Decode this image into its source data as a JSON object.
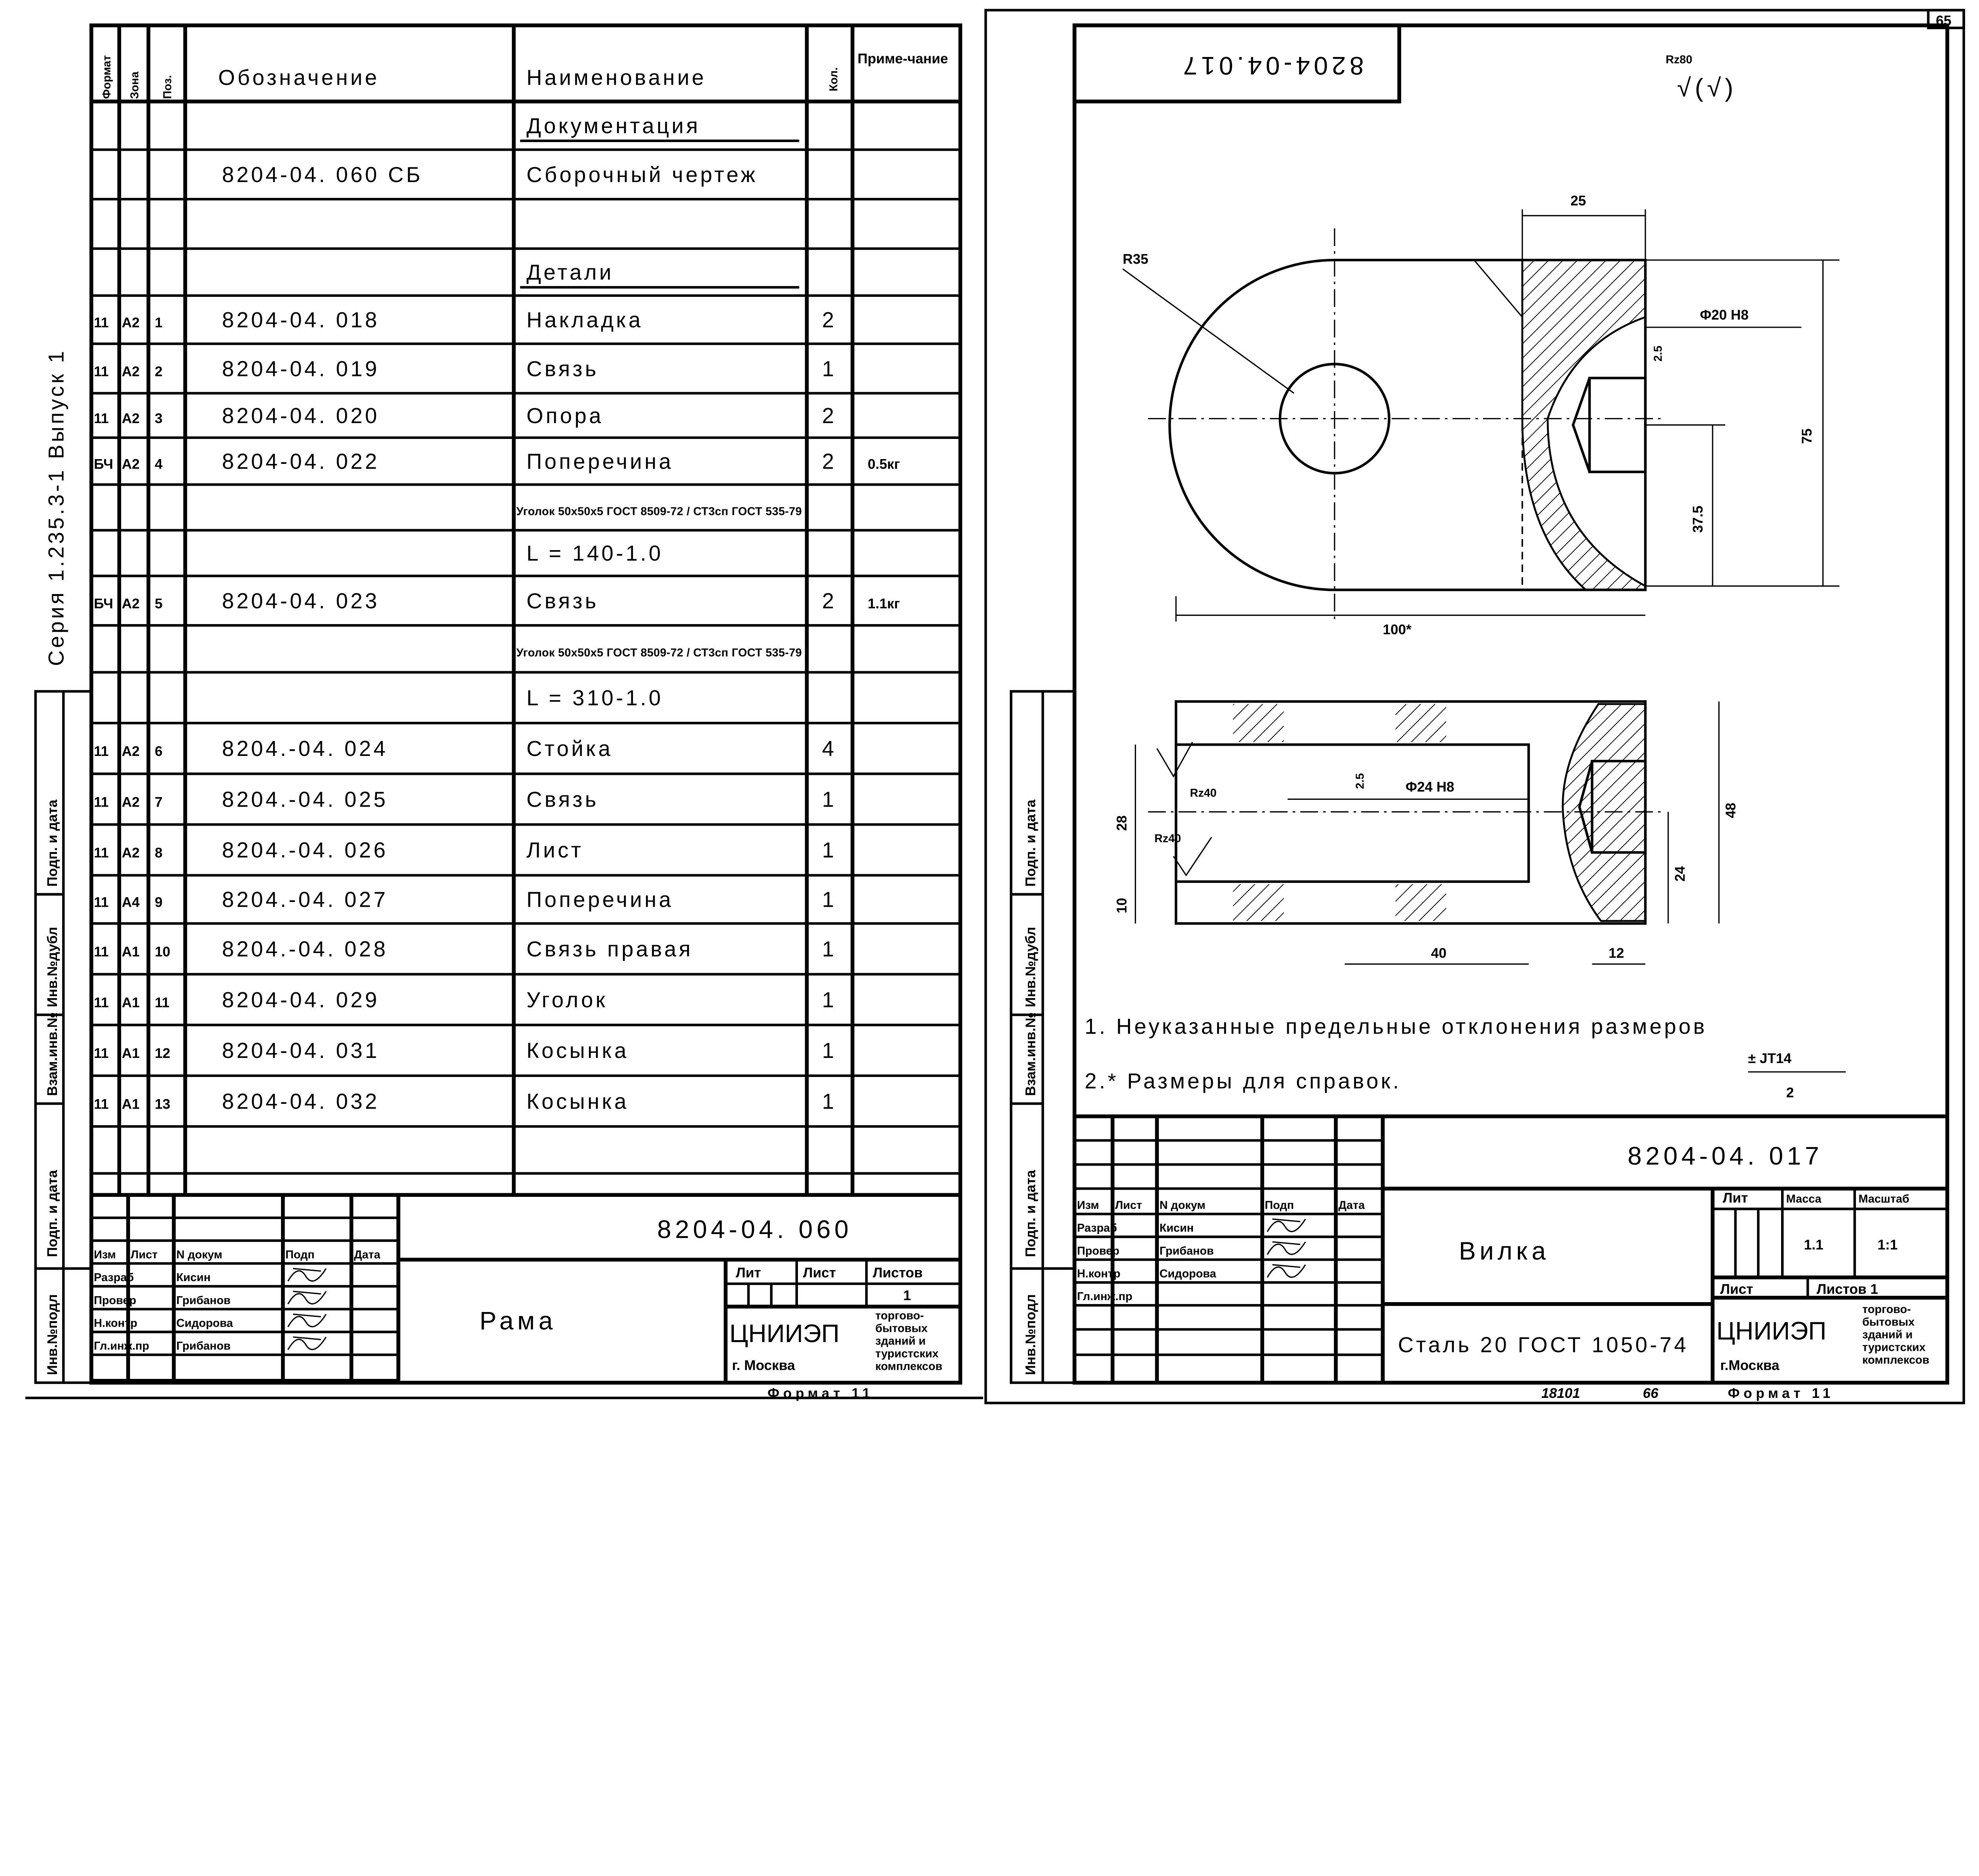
{
  "left_sheet": {
    "series_label": "Серия 1.235.3-1   Выпуск 1",
    "side_labels": [
      "Инв.№подл",
      "Подп. и дата",
      "Взам.инв.№",
      "Инв.№дубл",
      "Подп. и дата"
    ],
    "spec_headers": {
      "format": "Формат",
      "zone": "Зона",
      "pos": "Поз.",
      "designation": "Обозначение",
      "name": "Наименование",
      "qty": "Кол.",
      "note": "Приме-чание"
    },
    "spec_rows": [
      {
        "format": "",
        "zone": "",
        "pos": "",
        "designation": "",
        "name": "Документация",
        "qty": "",
        "note": ""
      },
      {
        "format": "",
        "zone": "",
        "pos": "",
        "designation": "8204-04. 060 СБ",
        "name": "Сборочный чертеж",
        "qty": "",
        "note": ""
      },
      {
        "format": "",
        "zone": "",
        "pos": "",
        "designation": "",
        "name": "",
        "qty": "",
        "note": ""
      },
      {
        "format": "",
        "zone": "",
        "pos": "",
        "designation": "",
        "name": "Детали",
        "qty": "",
        "note": ""
      },
      {
        "format": "11",
        "zone": "А2",
        "pos": "1",
        "designation": "8204-04. 018",
        "name": "Накладка",
        "qty": "2",
        "note": ""
      },
      {
        "format": "11",
        "zone": "А2",
        "pos": "2",
        "designation": "8204-04. 019",
        "name": "Связь",
        "qty": "1",
        "note": ""
      },
      {
        "format": "11",
        "zone": "А2",
        "pos": "3",
        "designation": "8204-04. 020",
        "name": "Опора",
        "qty": "2",
        "note": ""
      },
      {
        "format": "БЧ",
        "zone": "А2",
        "pos": "4",
        "designation": "8204-04. 022",
        "name": "Поперечина",
        "qty": "2",
        "note": "0.5кг"
      },
      {
        "format": "",
        "zone": "",
        "pos": "",
        "designation": "",
        "name": "Уголок 50x50x5 ГОСТ 8509-72 / СТ3сп ГОСТ 535-79",
        "qty": "",
        "note": ""
      },
      {
        "format": "",
        "zone": "",
        "pos": "",
        "designation": "",
        "name": "L = 140-1.0",
        "qty": "",
        "note": ""
      },
      {
        "format": "БЧ",
        "zone": "А2",
        "pos": "5",
        "designation": "8204-04. 023",
        "name": "Связь",
        "qty": "2",
        "note": "1.1кг"
      },
      {
        "format": "",
        "zone": "",
        "pos": "",
        "designation": "",
        "name": "Уголок 50x50x5 ГОСТ 8509-72 / СТ3сп ГОСТ 535-79",
        "qty": "",
        "note": ""
      },
      {
        "format": "",
        "zone": "",
        "pos": "",
        "designation": "",
        "name": "L = 310-1.0",
        "qty": "",
        "note": ""
      },
      {
        "format": "11",
        "zone": "А2",
        "pos": "6",
        "designation": "8204.-04. 024",
        "name": "Стойка",
        "qty": "4",
        "note": ""
      },
      {
        "format": "11",
        "zone": "А2",
        "pos": "7",
        "designation": "8204.-04. 025",
        "name": "Связь",
        "qty": "1",
        "note": ""
      },
      {
        "format": "11",
        "zone": "А2",
        "pos": "8",
        "designation": "8204.-04. 026",
        "name": "Лист",
        "qty": "1",
        "note": ""
      },
      {
        "format": "11",
        "zone": "А4",
        "pos": "9",
        "designation": "8204.-04. 027",
        "name": "Поперечина",
        "qty": "1",
        "note": ""
      },
      {
        "format": "11",
        "zone": "А1",
        "pos": "10",
        "designation": "8204.-04. 028",
        "name": "Связь правая",
        "qty": "1",
        "note": ""
      },
      {
        "format": "11",
        "zone": "А1",
        "pos": "11",
        "designation": "8204-04. 029",
        "name": "Уголок",
        "qty": "1",
        "note": ""
      },
      {
        "format": "11",
        "zone": "А1",
        "pos": "12",
        "designation": "8204-04. 031",
        "name": "Косынка",
        "qty": "1",
        "note": ""
      },
      {
        "format": "11",
        "zone": "А1",
        "pos": "13",
        "designation": "8204-04. 032",
        "name": "Косынка",
        "qty": "1",
        "note": ""
      },
      {
        "format": "",
        "zone": "",
        "pos": "",
        "designation": "",
        "name": "",
        "qty": "",
        "note": ""
      }
    ],
    "title_block": {
      "document_number": "8204-04. 060",
      "title": "Рама",
      "headers": [
        "Изм",
        "Лист",
        "N докум",
        "Подп",
        "Дата"
      ],
      "roles": [
        {
          "role": "Разраб",
          "name": "Кисин"
        },
        {
          "role": "Провер",
          "name": "Грибанов"
        },
        {
          "role": "Н.контр",
          "name": "Сидорова"
        },
        {
          "role": "Гл.инж.пр",
          "name": "Грибанов"
        }
      ],
      "lit_label": "Лит",
      "sheet_label": "Лист",
      "sheets_label": "Листов",
      "sheets_value": "1",
      "org": "ЦНИИЭП",
      "org_city": "г. Москва",
      "org_desc": [
        "торгово-",
        "бытовых",
        "зданий и",
        "туристских",
        "комплексов"
      ]
    },
    "format_label": "Формат 11"
  },
  "right_sheet": {
    "page_number": "65",
    "side_labels": [
      "Инв.№подл",
      "Подп. и дата",
      "Взам.инв.№",
      "Инв.№дубл",
      "Подп. и дата"
    ],
    "corner_number": "8204-04.017",
    "roughness": {
      "value": "Rz80",
      "rest": "√(√)"
    },
    "dimensions": {
      "d25": "25",
      "r35": "R35",
      "phi20": "Φ20 H8",
      "d2_5a": "2.5",
      "d75": "75",
      "d37_5": "37.5",
      "d100": "100*",
      "rz40a": "Rz40",
      "rz40b": "Rz40",
      "d28": "28",
      "d10": "10",
      "d2_5b": "2.5",
      "phi24": "Φ24 H8",
      "d48": "48",
      "d24": "24",
      "d40": "40",
      "d12": "12"
    },
    "notes": {
      "n1": "1. Неуказанные предельные отклонения размеров",
      "tol_top": "± JT14",
      "tol_bottom": "2",
      "n2": "2.* Размеры для справок."
    },
    "title_block": {
      "document_number": "8204-04. 017",
      "title": "Вилка",
      "material": "Сталь 20 ГОСТ 1050-74",
      "headers": [
        "Изм",
        "Лист",
        "N докум",
        "Подп",
        "Дата"
      ],
      "roles": [
        {
          "role": "Разраб",
          "name": "Кисин"
        },
        {
          "role": "Провер",
          "name": "Грибанов"
        },
        {
          "role": "Н.контр",
          "name": "Сидорова"
        },
        {
          "role": "Гл.инж.пр",
          "name": ""
        }
      ],
      "lit_label": "Лит",
      "mass_label": "Масса",
      "scale_label": "Масштаб",
      "mass_value": "1.1",
      "scale_value": "1:1",
      "sheet_label": "Лист",
      "sheets_label": "Листов 1",
      "org": "ЦНИИЭП",
      "org_city": "г.Москва",
      "org_desc": [
        "торгово-",
        "бытовых",
        "зданий и",
        "туристских",
        "комплексов"
      ]
    },
    "footer": {
      "order": "18101",
      "code": "66",
      "format_label": "Формат 11"
    }
  }
}
